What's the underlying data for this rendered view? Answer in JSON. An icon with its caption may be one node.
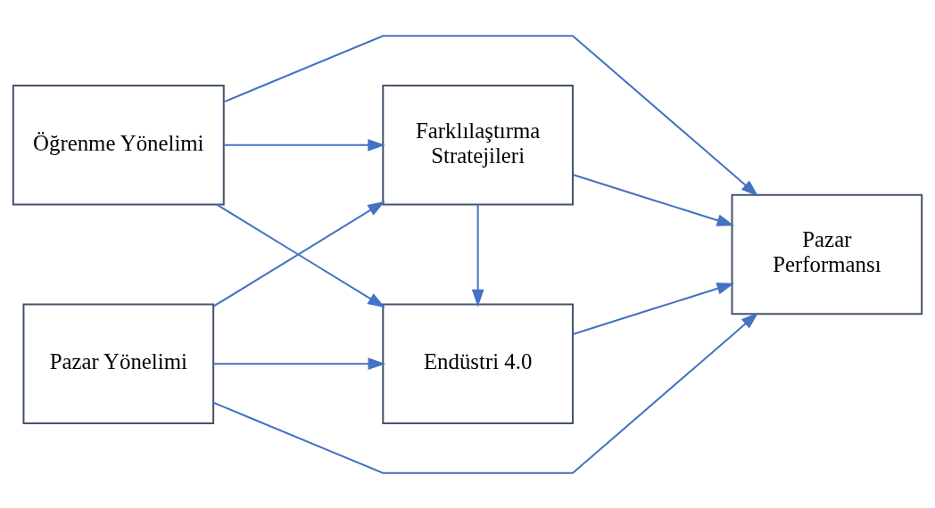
{
  "diagram": {
    "nodes": [
      {
        "text": [
          "Öğrenme Yönelimi"
        ]
      },
      {
        "text": [
          "Farklılaştırma Stratejileri"
        ]
      },
      {
        "text": [
          "Pazar Performansı"
        ]
      },
      {
        "text": [
          "Pazar Yönelimi"
        ]
      },
      {
        "text": [
          "Endüstri 4.0"
        ]
      }
    ],
    "edges": [
      {
        "from": 0,
        "to": 1,
        "arrow": "to"
      },
      {
        "from": 0,
        "to": 4,
        "arrow": "to"
      },
      {
        "from": 0,
        "to": 2,
        "arrow": "to"
      },
      {
        "from": 3,
        "to": 1,
        "arrow": "to"
      },
      {
        "from": 3,
        "to": 4,
        "arrow": "to"
      },
      {
        "from": 3,
        "to": 2,
        "arrow": "to"
      },
      {
        "from": 1,
        "to": 4,
        "arrow": "to"
      },
      {
        "from": 1,
        "to": 2,
        "arrow": "to"
      },
      {
        "from": 4,
        "to": 2,
        "arrow": "to"
      }
    ]
  }
}
